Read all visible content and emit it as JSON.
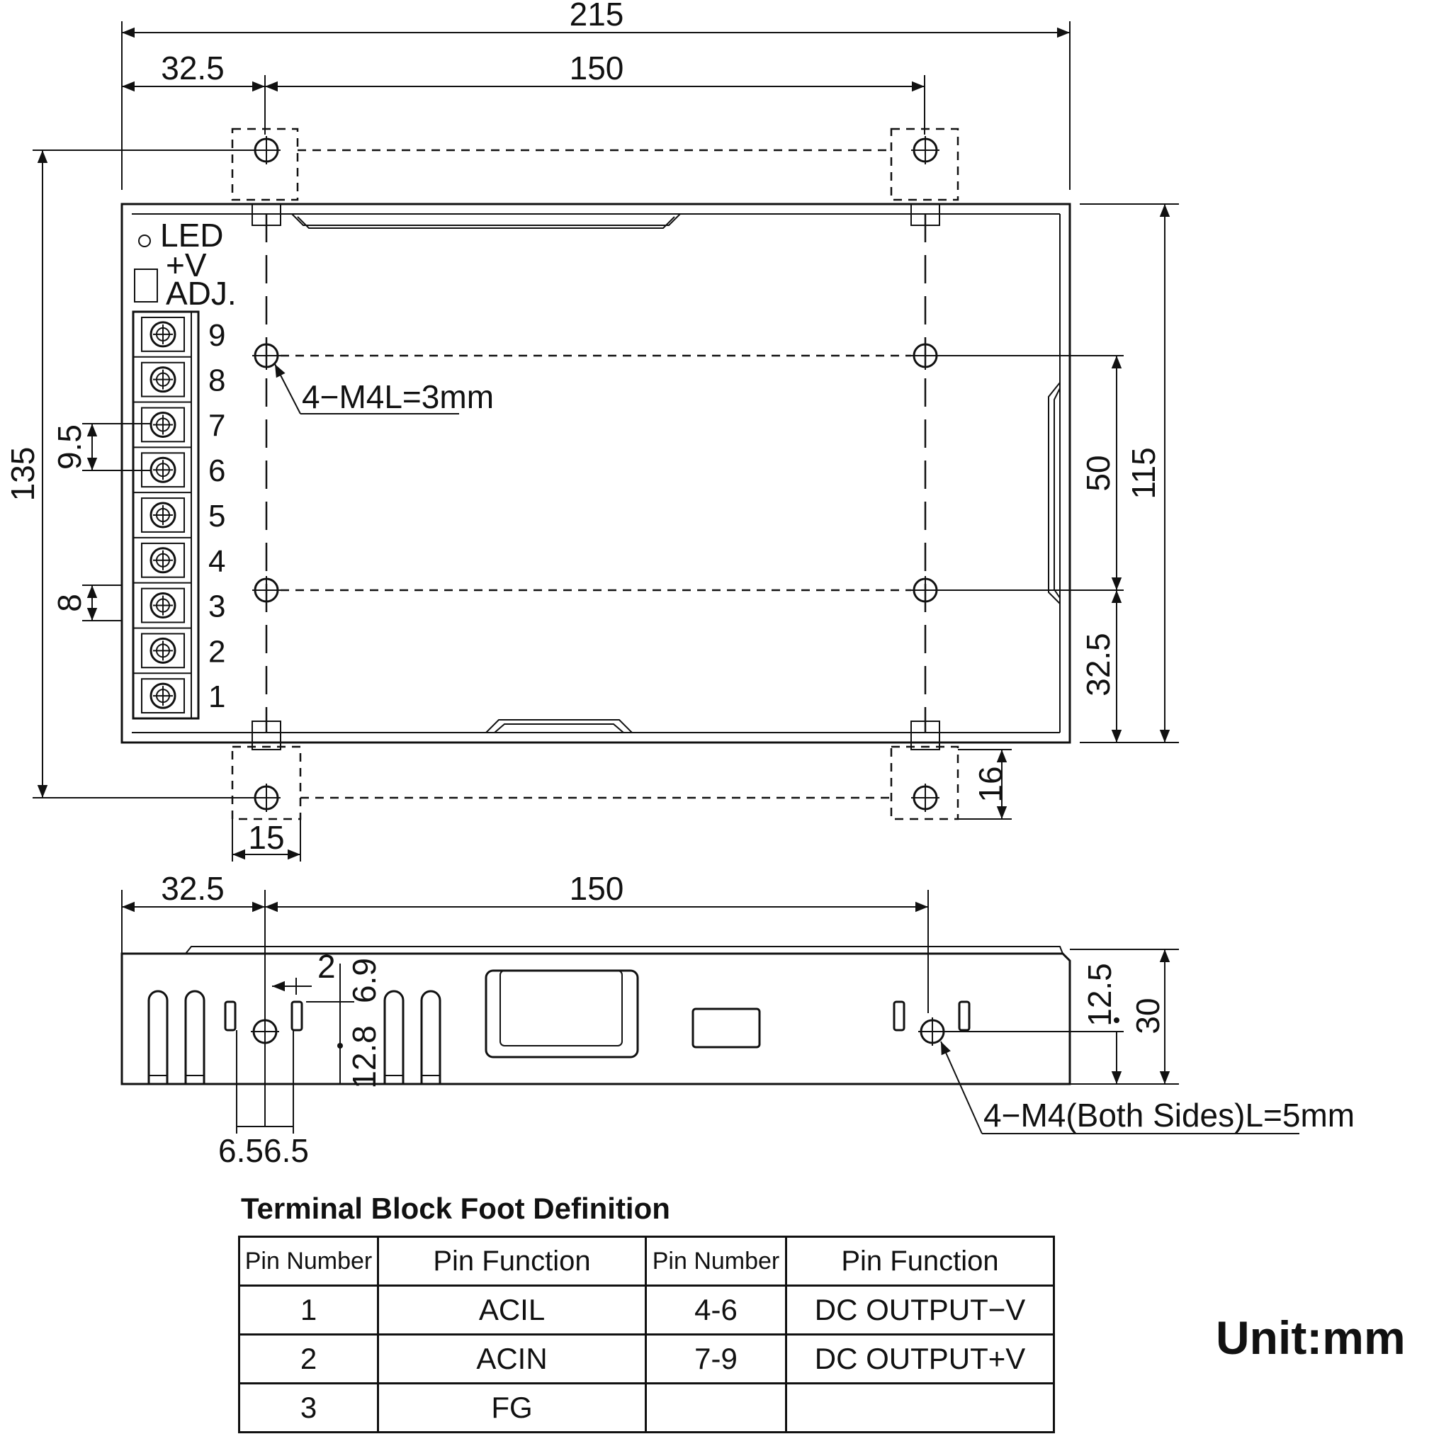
{
  "top_view": {
    "dims": {
      "overall_length": "215",
      "offset_left": "32.5",
      "hole_pitch": "150",
      "overall_height": "135",
      "body_height": "115",
      "hole_vertical_pitch": "50",
      "hole_bottom_offset": "32.5",
      "terminal_pitch": "9.5",
      "terminal_width": "8",
      "bracket_width": "15",
      "bracket_depth": "16"
    },
    "labels": {
      "led": "LED",
      "vadj_plus": "+V",
      "vadj_adj": "ADJ.",
      "mount_screw_note": "4−M4L=3mm"
    },
    "terminal_pins": [
      "9",
      "8",
      "7",
      "6",
      "5",
      "4",
      "3",
      "2",
      "1"
    ]
  },
  "side_view": {
    "dims": {
      "offset_left": "32.5",
      "hole_pitch": "150",
      "slot_gap": "2",
      "slot_height": "6.9",
      "hole_height": "12.8",
      "hole_from_bottom": "12.5",
      "overall_height": "30",
      "slot_spacing": "6.56.5"
    },
    "labels": {
      "mount_screw_note": "4−M4(Both Sides)L=5mm"
    }
  },
  "pin_table": {
    "title": "Terminal Block Foot Definition",
    "headers": [
      "Pin Number",
      "Pin Function",
      "Pin Number",
      "Pin Function"
    ],
    "rows": [
      [
        "1",
        "ACIL",
        "4-6",
        "DC OUTPUT−V"
      ],
      [
        "2",
        "ACIN",
        "7-9",
        "DC OUTPUT+V"
      ],
      [
        "3",
        "FG",
        "",
        ""
      ]
    ]
  },
  "unit": "Unit:mm"
}
